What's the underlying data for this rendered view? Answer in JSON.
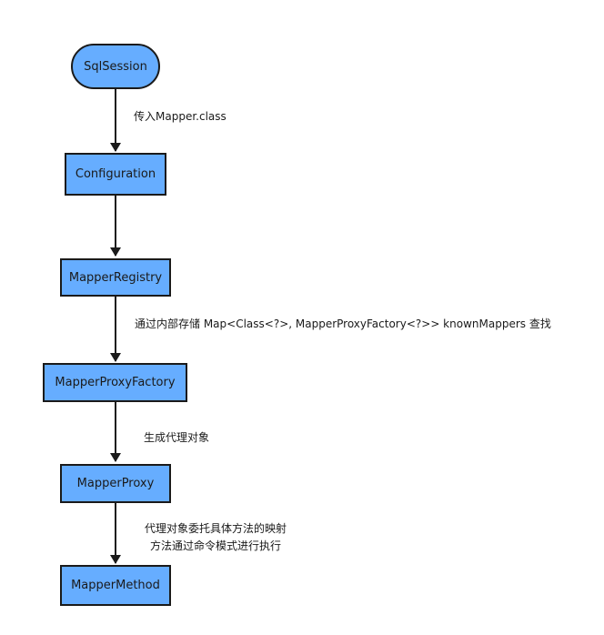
{
  "nodes": {
    "sqlsession": "SqlSession",
    "configuration": "Configuration",
    "mapper_registry": "MapperRegistry",
    "mapper_proxy_factory": "MapperProxyFactory",
    "mapper_proxy": "MapperProxy",
    "mapper_method": "MapperMethod"
  },
  "edges": {
    "e1_label": "传入Mapper.class",
    "e3_label": "通过内部存储 Map<Class<?>, MapperProxyFactory<?>> knownMappers 查找",
    "e4_label": "生成代理对象",
    "e5_label_line1": "代理对象委托具体方法的映射",
    "e5_label_line2": "方法通过命令模式进行执行"
  },
  "colors": {
    "node_fill": "#66adff",
    "stroke": "#1a1a1a"
  }
}
